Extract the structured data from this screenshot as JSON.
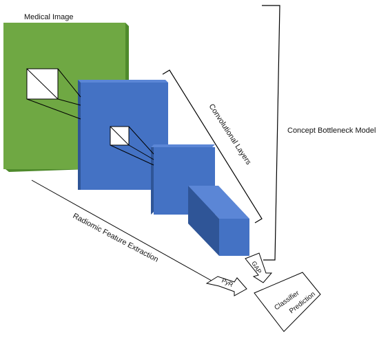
{
  "labels": {
    "medical_image": "Medical Image",
    "convolutional_layers": "Convolutional Layers",
    "concept_bottleneck_model": "Concept  Bottleneck Model",
    "radiomic_feature_extraction": "Radiomic Feature Extraction",
    "gap": "GAP",
    "pyr": "PyR",
    "classifier": "Classifier",
    "prediction": "Prediction"
  },
  "colors": {
    "image_front": "#6fa843",
    "image_side": "#4f8a2c",
    "layer_front": "#4472c4",
    "layer_side": "#2f5597",
    "layer_top": "#5b86d6",
    "line": "#000000"
  }
}
